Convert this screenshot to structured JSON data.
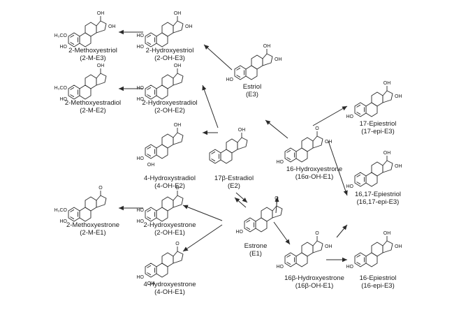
{
  "compounds": [
    {
      "id": "m-e3",
      "name": "2-Methoxyestriol",
      "abbr": "(2-M-E3)",
      "groups": {
        "left1": "H₃CO",
        "left2": "HO",
        "r1": "OH",
        "r2": "OH"
      }
    },
    {
      "id": "oh2-e3",
      "name": "2-Hydroxyestriol",
      "abbr": "(2-OH-E3)",
      "groups": {
        "left1": "HO",
        "left2": "HO",
        "r1": "OH",
        "r2": "OH"
      }
    },
    {
      "id": "e3",
      "name": "Estriol",
      "abbr": "(E3)",
      "groups": {
        "left1": "",
        "left2": "HO",
        "r1": "OH",
        "r2": "OH"
      }
    },
    {
      "id": "epi17",
      "name": "17-Epiestriol",
      "abbr": "(17-epi-E3)",
      "groups": {
        "left1": "",
        "left2": "HO",
        "r1": "OH",
        "r2": "OH"
      }
    },
    {
      "id": "m-e2",
      "name": "2-Methoxyestradiol",
      "abbr": "(2-M-E2)",
      "groups": {
        "left1": "H₃CO",
        "left2": "HO",
        "r1": "OH",
        "r2": ""
      }
    },
    {
      "id": "oh2-e2",
      "name": "2-Hydroxyestradiol",
      "abbr": "(2-OH-E2)",
      "groups": {
        "left1": "HO",
        "left2": "HO",
        "r1": "OH",
        "r2": ""
      }
    },
    {
      "id": "oh4-e2",
      "name": "4-Hydroxystradiol",
      "abbr": "(4-OH-E2)",
      "groups": {
        "left1": "",
        "left2": "HO",
        "r1": "OH",
        "r2": "",
        "bottom": "OH"
      }
    },
    {
      "id": "e2",
      "name": "17β-Estradiol",
      "abbr": "(E2)",
      "groups": {
        "left1": "",
        "left2": "",
        "r1": "OH",
        "r2": ""
      }
    },
    {
      "id": "oh16-e1",
      "name": "16-Hydroxyestrone",
      "abbr": "(16α-OH-E1)",
      "groups": {
        "left1": "",
        "left2": "HO",
        "r1": "O",
        "r2": "OH"
      }
    },
    {
      "id": "epi1617",
      "name": "16,17-Epiestriol",
      "abbr": "(16,17-epi-E3)",
      "groups": {
        "left1": "",
        "left2": "HO",
        "r1": "OH",
        "r2": "OH"
      }
    },
    {
      "id": "m-e1",
      "name": "2-Methoxyestrone",
      "abbr": "(2-M-E1)",
      "groups": {
        "left1": "H₃CO",
        "left2": "HO",
        "r1": "O",
        "r2": ""
      }
    },
    {
      "id": "oh2-e1",
      "name": "2-Hydroxyestrone",
      "abbr": "(2-OH-E1)",
      "groups": {
        "left1": "HO",
        "left2": "HO",
        "r1": "O",
        "r2": ""
      }
    },
    {
      "id": "e1",
      "name": "Estrone",
      "abbr": "(E1)",
      "groups": {
        "left1": "",
        "left2": "HO",
        "r1": "O",
        "r2": ""
      }
    },
    {
      "id": "oh4-e1",
      "name": "4-Hydroxyestrone",
      "abbr": "(4-OH-E1)",
      "groups": {
        "left1": "",
        "left2": "HO",
        "r1": "O",
        "r2": "",
        "bottom": "OH"
      }
    },
    {
      "id": "oh16b-e1",
      "name": "16β-Hydroxyestrone",
      "abbr": "(16β-OH-E1)",
      "groups": {
        "left1": "",
        "left2": "HO",
        "r1": "O",
        "r2": "OH"
      }
    },
    {
      "id": "epi16",
      "name": "16-Epiestriol",
      "abbr": "(16-epi-E3)",
      "groups": {
        "left1": "",
        "left2": "HO",
        "r1": "OH",
        "r2": "OH"
      }
    }
  ]
}
